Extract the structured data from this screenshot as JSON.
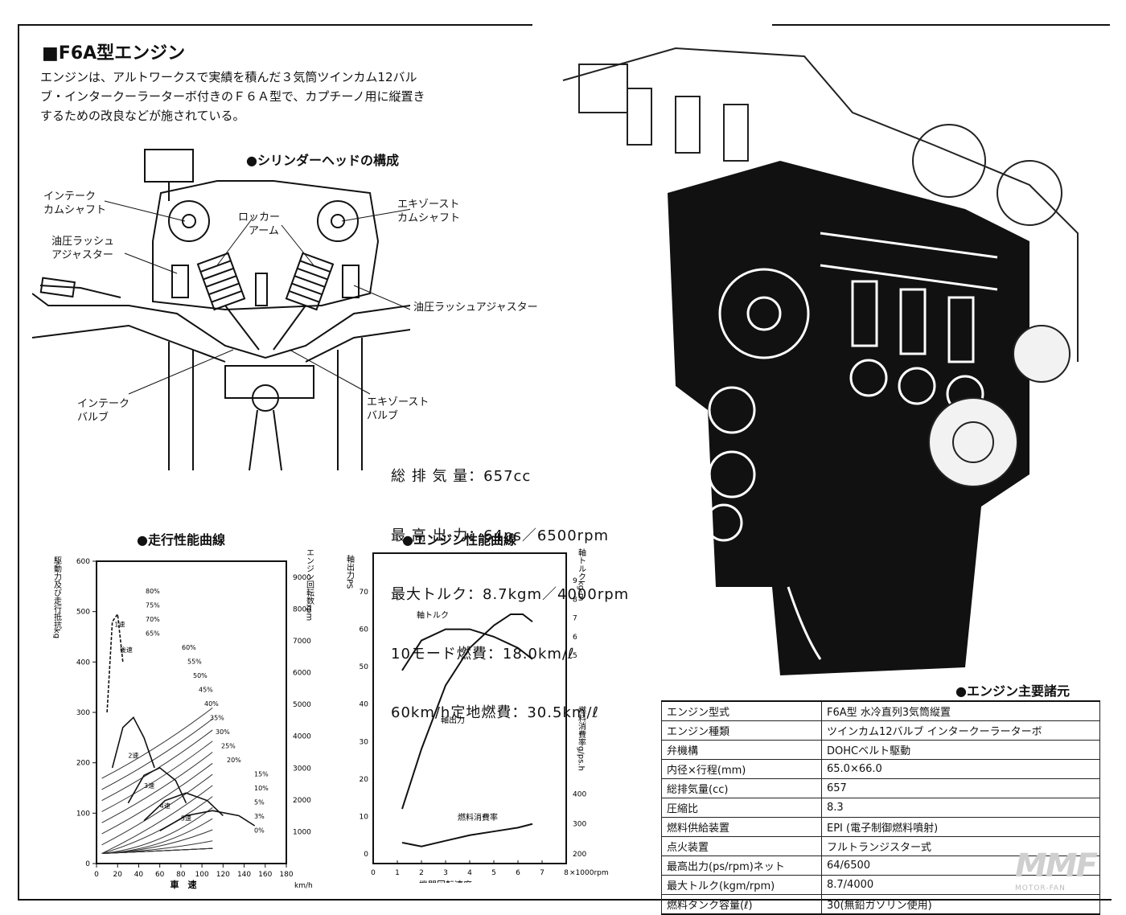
{
  "page": {
    "title": "■F6A型エンジン",
    "intro": "エンジンは、アルトワークスで実績を積んだ３気筒ツインカム12バルブ・インタークーラーターボ付きのＦ６Ａ型で、カプチーノ用に縦置きするための改良などが施されている。"
  },
  "cylinder_head": {
    "title": "●シリンダーヘッドの構成",
    "labels": {
      "intake_cam": "インテーク\nカムシャフト",
      "exhaust_cam": "エキゾースト\nカムシャフト",
      "rocker_arm": "ロッカー\n　アーム",
      "lash_adjuster_left": "油圧ラッシュ\nアジャスター",
      "lash_adjuster_right": "油圧ラッシュアジャスター",
      "intake_valve": "インテーク\nバルブ",
      "exhaust_valve": "エキゾースト\nバルブ"
    }
  },
  "key_specs": [
    "総 排 気 量：657cc",
    "最 高 出 力：64ps／6500rpm",
    "最大トルク：8.7kgm／4000rpm",
    "10モード燃費：18.0km/ℓ",
    "60km/h定地燃費：30.5km/ℓ"
  ],
  "chart_data": [
    {
      "type": "line",
      "title": "●走行性能曲線",
      "xlabel": "車　速",
      "x_unit": "km/h",
      "ylabel": "駆動力及び走行抵抗kg",
      "y2label": "エンジン回転数rpm",
      "xlim": [
        0,
        180
      ],
      "xticks": [
        0,
        20,
        40,
        60,
        80,
        100,
        120,
        140,
        160,
        180
      ],
      "ylim": [
        0,
        600
      ],
      "yticks": [
        0,
        100,
        200,
        300,
        400,
        500,
        600
      ],
      "y2ticks": [
        1000,
        2000,
        3000,
        4000,
        5000,
        6000,
        7000,
        8000,
        9000
      ],
      "gear_labels": [
        "1速",
        "2速",
        "3速",
        "4速",
        "5速",
        "後速"
      ],
      "grade_labels": [
        "80%",
        "75%",
        "70%",
        "65%",
        "60%",
        "55%",
        "50%",
        "45%",
        "40%",
        "35%",
        "30%",
        "25%",
        "20%",
        "15%",
        "10%",
        "5%",
        "3%",
        "0%"
      ],
      "gears": [
        {
          "name": "1速",
          "x": [
            10,
            15,
            20,
            25
          ],
          "y": [
            300,
            480,
            495,
            400
          ]
        },
        {
          "name": "2速",
          "x": [
            15,
            25,
            35,
            45,
            55
          ],
          "y": [
            190,
            270,
            290,
            250,
            190
          ]
        },
        {
          "name": "3速",
          "x": [
            30,
            45,
            60,
            75,
            85
          ],
          "y": [
            120,
            175,
            190,
            165,
            120
          ]
        },
        {
          "name": "4速",
          "x": [
            45,
            65,
            85,
            105,
            120
          ],
          "y": [
            85,
            125,
            140,
            125,
            95
          ]
        },
        {
          "name": "5速",
          "x": [
            60,
            85,
            110,
            135,
            150
          ],
          "y": [
            65,
            95,
            105,
            95,
            75
          ]
        }
      ]
    },
    {
      "type": "line",
      "title": "●エンジン性能曲線",
      "xlabel": "機関回転速度",
      "x_unit": "×1000rpm",
      "ylabel": "軸出力PS",
      "y2label": "軸トルクkg-m",
      "y3label": "燃料消費率g/ps.h",
      "xlim": [
        0,
        8
      ],
      "xticks": [
        0,
        1,
        2,
        3,
        4,
        5,
        6,
        7,
        8
      ],
      "ylim": [
        0,
        70
      ],
      "yticks": [
        0,
        10,
        20,
        30,
        40,
        50,
        60,
        70
      ],
      "torque_ticks": [
        5,
        6,
        7,
        8,
        9
      ],
      "fuel_ticks": [
        200,
        300,
        400
      ],
      "series": [
        {
          "name": "軸トルク",
          "x": [
            1.2,
            2,
            3,
            4,
            5,
            6,
            6.6
          ],
          "y": [
            49,
            57,
            60,
            60,
            58,
            55,
            52
          ]
        },
        {
          "name": "軸出力",
          "x": [
            1.2,
            2,
            3,
            4,
            5,
            5.7,
            6.2,
            6.6
          ],
          "y": [
            12,
            28,
            45,
            55,
            61,
            64,
            64,
            62
          ]
        },
        {
          "name": "燃料消費率",
          "x": [
            1.2,
            2,
            3,
            4,
            5,
            6,
            6.6
          ],
          "y": [
            3,
            2,
            3.5,
            5,
            6,
            7,
            8
          ]
        }
      ]
    }
  ],
  "main_specs": {
    "title": "●エンジン主要諸元",
    "rows": [
      [
        "エンジン型式",
        "F6A型 水冷直列3気筒縦置"
      ],
      [
        "エンジン種類",
        "ツインカム12バルブ インタークーラーターボ"
      ],
      [
        "弁機構",
        "DOHCベルト駆動"
      ],
      [
        "内径×行程(mm)",
        "65.0×66.0"
      ],
      [
        "総排気量(cc)",
        "657"
      ],
      [
        "圧縮比",
        "8.3"
      ],
      [
        "燃料供給装置",
        "EPI (電子制御燃料噴射)"
      ],
      [
        "点火装置",
        "フルトランジスター式"
      ],
      [
        "最高出力(ps/rpm)ネット",
        "64/6500"
      ],
      [
        "最大トルク(kgm/rpm)",
        "8.7/4000"
      ],
      [
        "燃料タンク容量(ℓ)",
        "30(無鉛ガソリン使用)"
      ]
    ]
  },
  "watermark": {
    "logo": "MMF",
    "text": "MOTOR-FAN"
  }
}
